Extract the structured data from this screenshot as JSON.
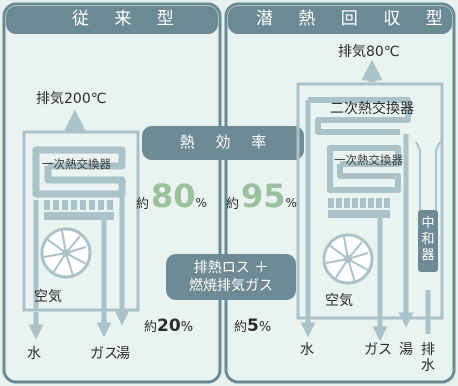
{
  "headers": {
    "left": "従 来 型",
    "right": "潜 熱 回 収 型"
  },
  "exhaust": {
    "left": "排気200℃",
    "right": "排気80℃"
  },
  "heat_exchangers": {
    "primary": "一次熱交換器",
    "secondary": "二次熱交換器",
    "neutralizer": "中和器"
  },
  "thermal_efficiency": {
    "label": "熱 効 率",
    "approx": "約",
    "left_value": "80",
    "right_value": "95",
    "unit": "%"
  },
  "loss": {
    "line1": "排熱ロス ＋",
    "line2": "燃焼排気ガス",
    "approx": "約",
    "left_value": "20",
    "right_value": "5",
    "unit": "%"
  },
  "air": {
    "left": "空気",
    "right": "空気"
  },
  "ports": {
    "water": "水",
    "gas": "ガス",
    "hot_water": "湯",
    "drain": "排水"
  },
  "colors": {
    "frame": "#6a8a94",
    "pipe": "#a9c3c8",
    "pill": "#6e8b95",
    "efficiency": "#9ac09e",
    "background": "#e8f1ee"
  }
}
